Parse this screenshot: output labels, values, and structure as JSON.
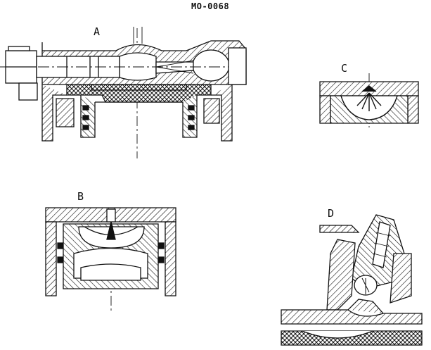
{
  "figure": {
    "reference": "MO-0068",
    "panels": [
      {
        "key": "a",
        "label": "A"
      },
      {
        "key": "b",
        "label": "B"
      },
      {
        "key": "c",
        "label": "C"
      },
      {
        "key": "d",
        "label": "D"
      }
    ]
  }
}
